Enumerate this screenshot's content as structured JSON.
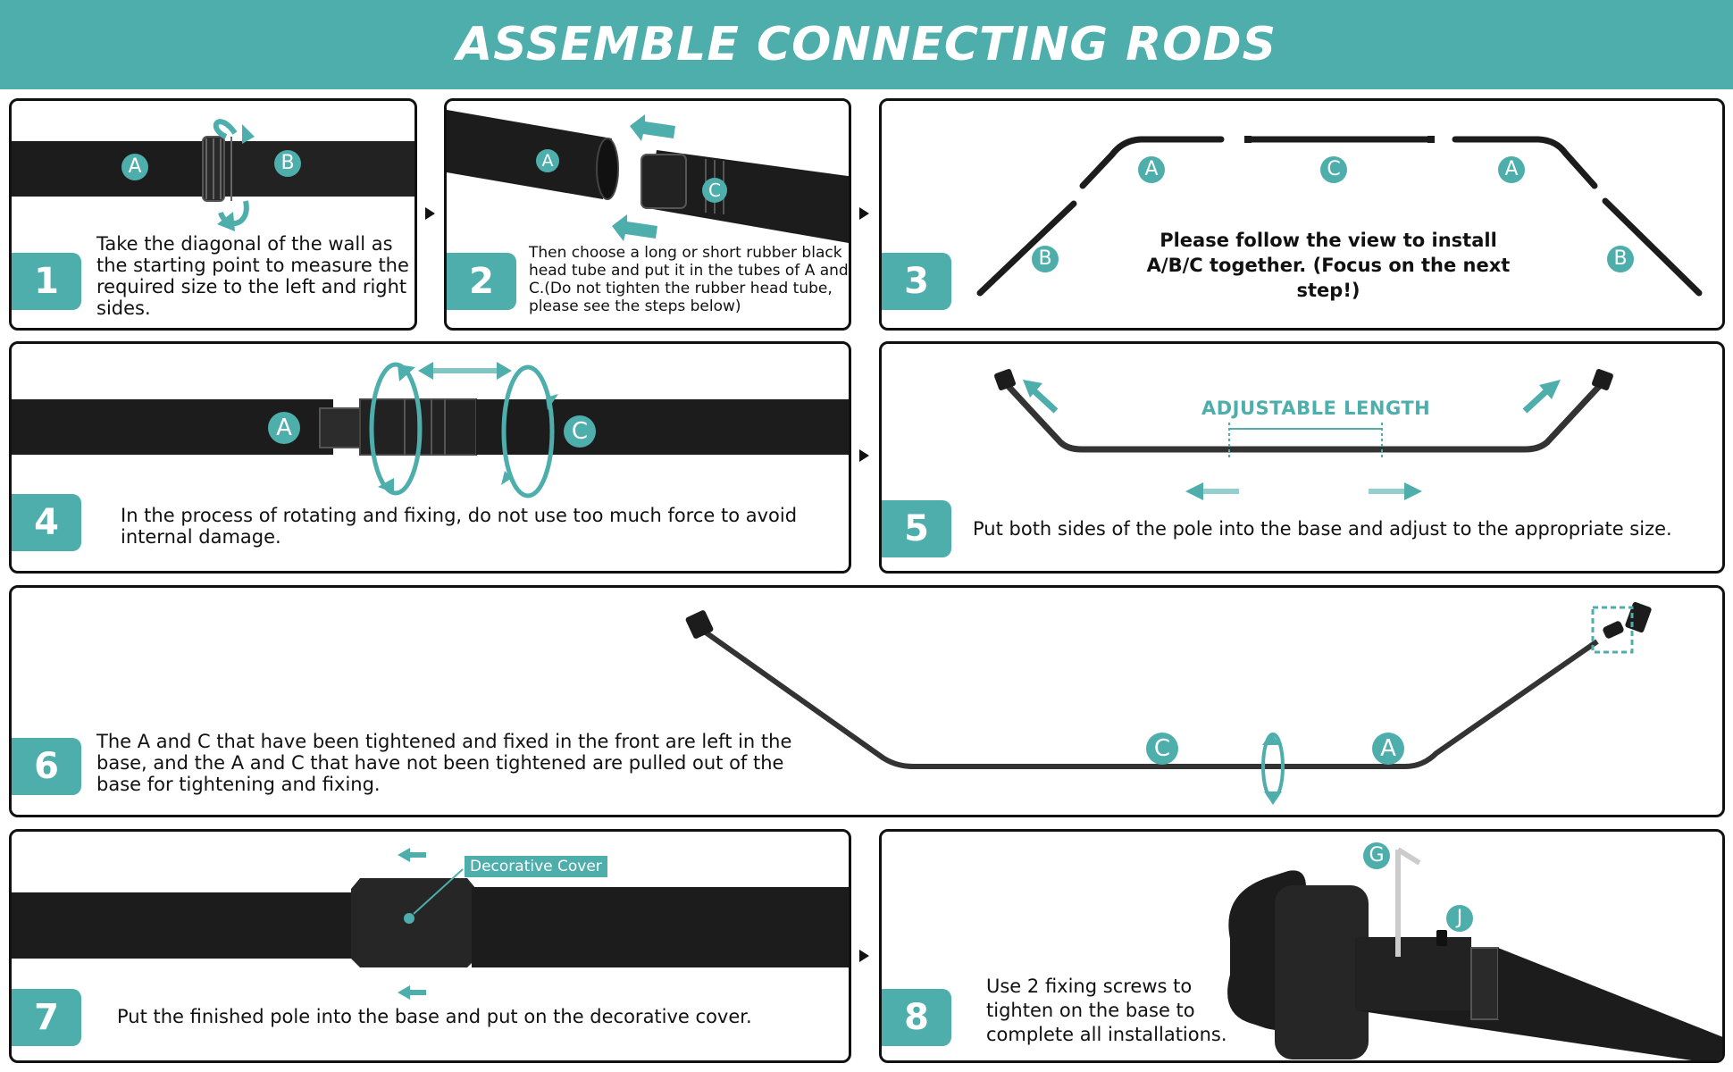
{
  "header": {
    "title": "ASSEMBLE CONNECTING RODS"
  },
  "steps": [
    {
      "number": "1",
      "text": "Take the diagonal of the wall as the starting point to measure the required size to the left and right sides.",
      "labels": [
        "A",
        "B"
      ]
    },
    {
      "number": "2",
      "text": "Then choose a long or short rubber black head tube and put it in the tubes of A and C.(Do not tighten the rubber head tube, please see the steps below)",
      "labels": [
        "A",
        "C"
      ]
    },
    {
      "number": "3",
      "text": "Please follow the view to install A/B/C together. (Focus on the next step!)",
      "labels": [
        "A",
        "C",
        "A",
        "B",
        "B"
      ]
    },
    {
      "number": "4",
      "text": "In the process of rotating and fixing, do not use too much force to avoid internal damage.",
      "labels": [
        "A",
        "C"
      ]
    },
    {
      "number": "5",
      "text": "Put both sides of the pole into the base and adjust to the appropriate size.",
      "adjustable_label": "ADJUSTABLE LENGTH"
    },
    {
      "number": "6",
      "text": "The A and C that have been tightened and fixed in the front are left in the base, and the A and C that have not been tightened are pulled out of the base for tightening and fixing.",
      "labels": [
        "C",
        "A"
      ]
    },
    {
      "number": "7",
      "text": "Put the finished pole into the base and put on the decorative cover.",
      "callout": "Decorative Cover"
    },
    {
      "number": "8",
      "text": "Use 2 fixing screws to tighten on the base to complete all installations.",
      "labels": [
        "G",
        "J"
      ]
    }
  ],
  "colors": {
    "accent": "#4eaeac",
    "rod": "#1c1c1c",
    "border": "#111111"
  }
}
